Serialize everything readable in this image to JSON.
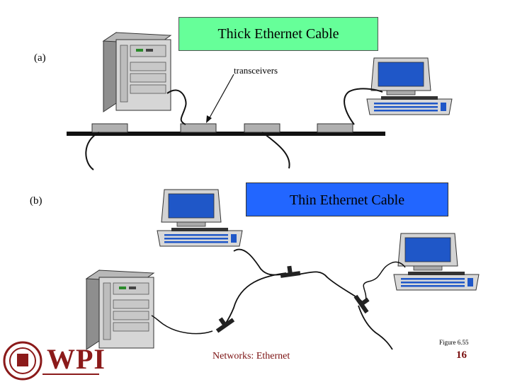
{
  "labels": {
    "a": "(a)",
    "b": "(b)",
    "thick_title": "Thick Ethernet Cable",
    "thin_title": "Thin Ethernet Cable",
    "transceivers": "transceivers",
    "figure": "Figure 6.55"
  },
  "footer": {
    "logo_text": "WPI",
    "title": "Networks: Ethernet",
    "page": "16"
  },
  "colors": {
    "thick_box": "#66ff99",
    "thin_box": "#2266ff",
    "screen": "#1f57c8",
    "logo": "#8b1a1a"
  },
  "icons": [
    "server-tower-icon",
    "desktop-computer-icon",
    "t-connector-icon",
    "wpi-seal-icon"
  ]
}
